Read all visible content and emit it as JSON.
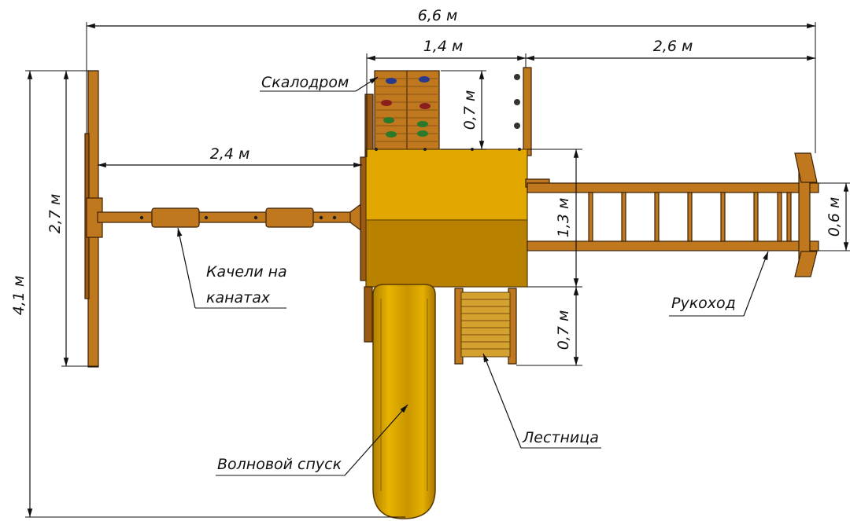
{
  "dimensions": {
    "total_width": "6,6 м",
    "tower_width": "1,4 м",
    "monkey_bar_length": "2,6 м",
    "swing_beam_length": "2,4 м",
    "climbing_wall_depth": "0,7 м",
    "swing_frame_width": "2,7 м",
    "total_depth": "4,1 м",
    "tower_depth": "1,3 м",
    "ladder_depth": "0,7 м",
    "monkey_bar_width": "0,6 м"
  },
  "labels": {
    "climbing_wall": "Скалодром",
    "rope_swings_line1": "Качели на",
    "rope_swings_line2": "канатах",
    "monkey_bars": "Рукоход",
    "ladder": "Лестница",
    "wave_slide": "Волновой спуск"
  },
  "colors": {
    "wood": "#c0781f",
    "roof_light": "#e2a800",
    "roof_dark": "#b88200",
    "slide": "#d9a600",
    "line": "#111111"
  }
}
